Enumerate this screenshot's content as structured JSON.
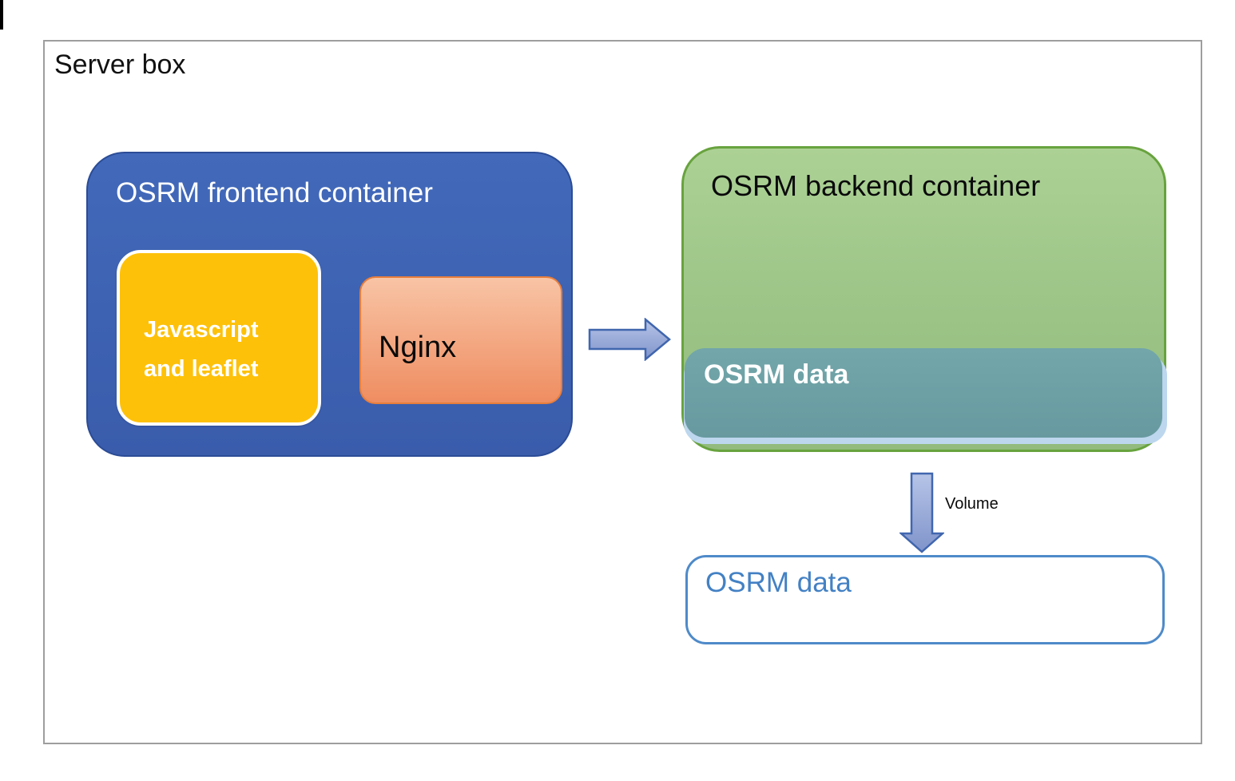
{
  "diagram": {
    "server_box": {
      "label": "Server box"
    },
    "frontend_container": {
      "title": "OSRM frontend container",
      "javascript_box": {
        "line1": "Javascript",
        "line2": "and leaflet"
      },
      "nginx_box": {
        "label": "Nginx"
      }
    },
    "backend_container": {
      "title": "OSRM backend container",
      "data_band": {
        "label": "OSRM data"
      }
    },
    "volume_arrow": {
      "label": "Volume"
    },
    "data_volume_box": {
      "label": "OSRM data"
    }
  },
  "colors": {
    "frontend_fill": "#3E63B3",
    "frontend_border": "#2B4C96",
    "javascript_fill": "#FEC10A",
    "javascript_border": "#FFFFFF",
    "nginx_fill_top": "#F8C4A5",
    "nginx_fill_bottom": "#EF8D61",
    "nginx_border": "#E87E3C",
    "backend_fill_top": "#ACD195",
    "backend_fill_bottom": "#92BB7D",
    "backend_border": "#68A33E",
    "data_band_fill": "#6FA3A8",
    "data_band_shadow": "#BDD7EE",
    "arrow_fill_light": "#B6C4E7",
    "arrow_fill_dark": "#8094CB",
    "arrow_border": "#4066AE",
    "data_box_border": "#4E8AC9",
    "data_box_text": "#4381C4",
    "server_box_border": "#9E9E9E",
    "text_black": "#0A0A0A",
    "text_white": "#FFFFFF"
  }
}
